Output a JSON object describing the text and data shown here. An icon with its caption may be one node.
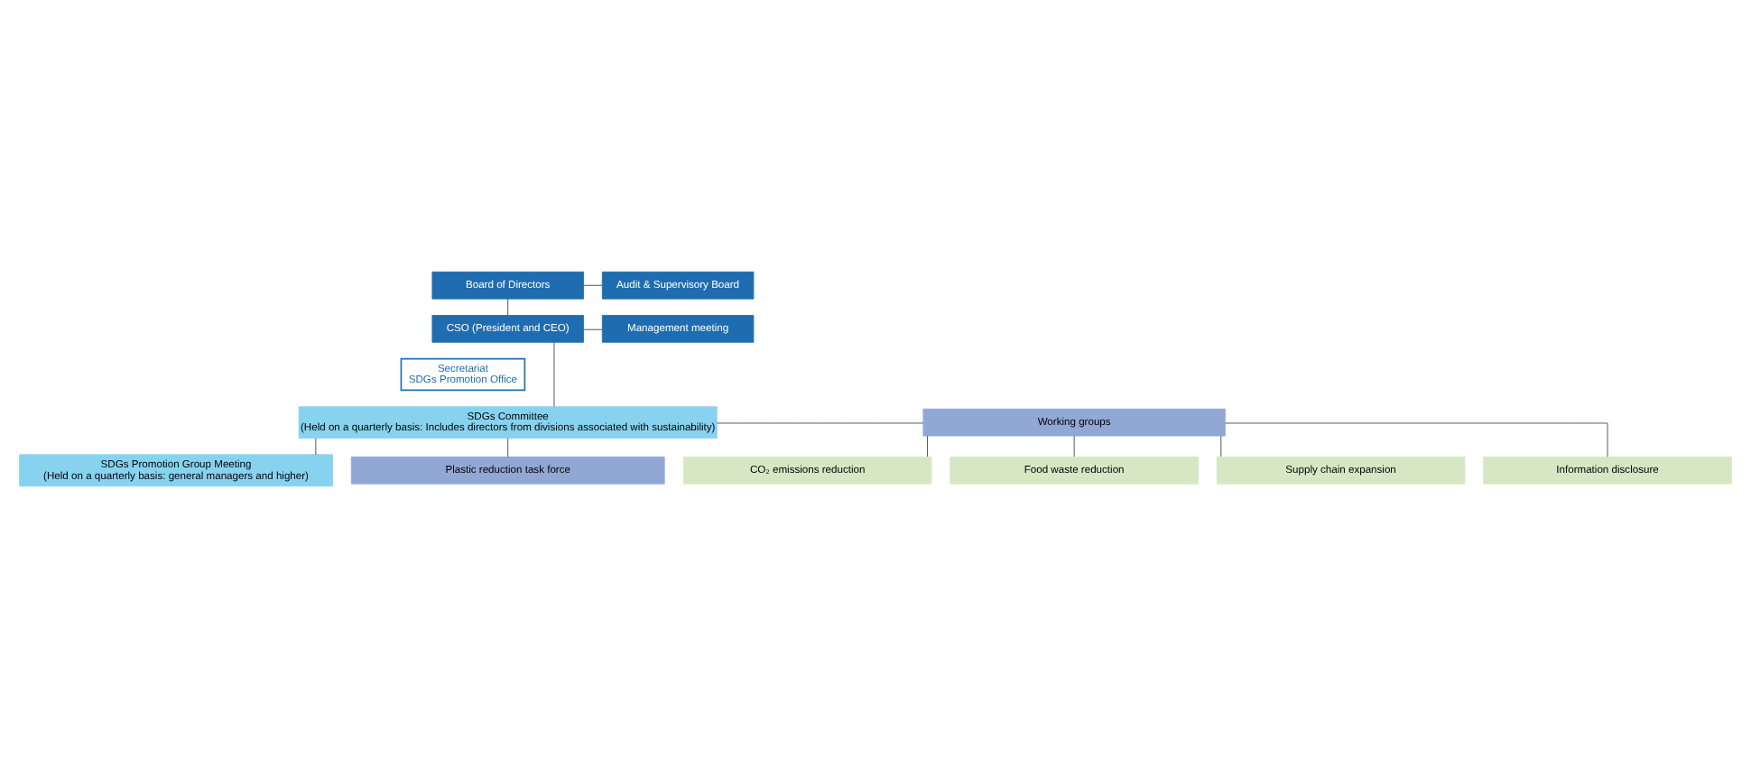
{
  "diagram": {
    "nodes": [
      {
        "text": [
          "Board of Directors"
        ]
      },
      {
        "text": [
          "Audit & Supervisory Board"
        ]
      },
      {
        "text": [
          "CSO (President and CEO)"
        ]
      },
      {
        "text": [
          "Management meeting"
        ]
      },
      {
        "text": [
          "Secretariat",
          "SDGs Promotion Office"
        ]
      },
      {
        "text": [
          "SDGs Committee",
          "(Held on a quarterly basis: Includes directors from divisions associated with sustainability)"
        ]
      },
      {
        "text": [
          "SDGs Promotion Group Meeting",
          "(Held on a quarterly basis: general managers and higher)"
        ]
      },
      {
        "text": [
          "Plastic reduction task force"
        ]
      },
      {
        "text": [
          "Working groups"
        ]
      },
      {
        "text": [
          "CO₂ emissions reduction"
        ]
      },
      {
        "text": [
          "Food waste reduction"
        ]
      },
      {
        "text": [
          "Supply chain expansion"
        ]
      },
      {
        "text": [
          "Information disclosure"
        ]
      }
    ],
    "edges": [
      {
        "from": 0,
        "to": 1,
        "arrow": "none"
      },
      {
        "from": 0,
        "to": 2,
        "arrow": "none"
      },
      {
        "from": 2,
        "to": 3,
        "arrow": "none"
      },
      {
        "from": 2,
        "to": 5,
        "arrow": "none"
      },
      {
        "from": 5,
        "to": 6,
        "arrow": "none"
      },
      {
        "from": 5,
        "to": 8,
        "arrow": "none"
      },
      {
        "from": 5,
        "to": 7,
        "arrow": "none"
      },
      {
        "from": 8,
        "to": 9,
        "arrow": "none"
      },
      {
        "from": 8,
        "to": 10,
        "arrow": "none"
      },
      {
        "from": 8,
        "to": 11,
        "arrow": "none"
      },
      {
        "from": 8,
        "to": 12,
        "arrow": "none"
      }
    ]
  }
}
